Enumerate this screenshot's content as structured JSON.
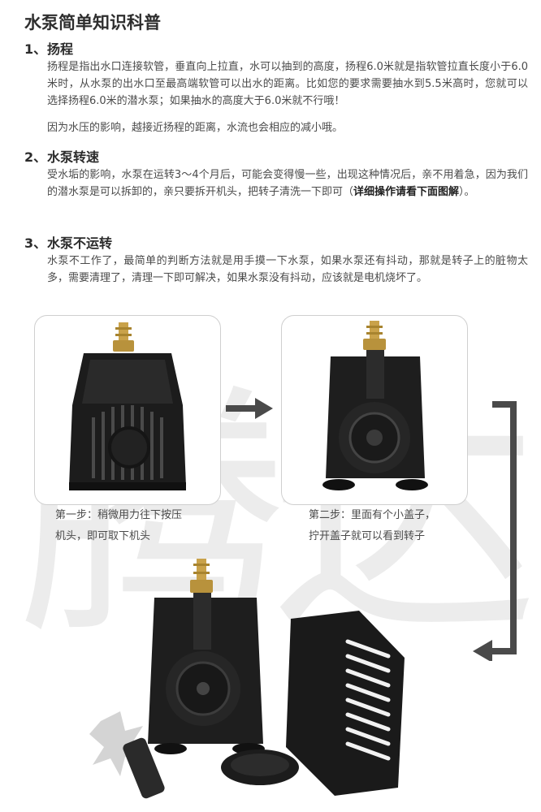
{
  "watermark": "腾达",
  "title": "水泵简单知识科普",
  "sections": [
    {
      "num": "1、",
      "heading": "扬程",
      "paragraphs": [
        "扬程是指出水口连接软管，垂直向上拉直，水可以抽到的高度，扬程6.0米就是指软管拉直长度小于6.0米时，从水泵的出水口至最高端软管可以出水的距离。比如您的要求需要抽水到5.5米高时，您就可以选择扬程6.0米的潜水泵；如果抽水的高度大于6.0米就不行哦！",
        "因为水压的影响，越接近扬程的距离，水流也会相应的减小哦。"
      ]
    },
    {
      "num": "2、",
      "heading": "水泵转速",
      "paragraph": "受水垢的影响，水泵在运转3～4个月后，可能会变得慢一些，出现这种情况后，亲不用着急，因为我们的潜水泵是可以拆卸的，亲只要拆开机头，把转子清洗一下即可（",
      "paragraph_strong": "详细操作请看下面图解",
      "paragraph_end": "）。"
    },
    {
      "num": "3、",
      "heading": "水泵不运转",
      "paragraph": "水泵不工作了，最简单的判断方法就是用手摸一下水泵，如果水泵还有抖动，那就是转子上的脏物太多，需要清理了，清理一下即可解决，如果水泵没有抖动，应该就是电机烧坏了。"
    }
  ],
  "steps": [
    {
      "line1": "第一步：稍微用力往下按压",
      "line2": "机头，即可取下机头"
    },
    {
      "line1": "第二步：里面有个小盖子，",
      "line2": "拧开盖子就可以看到转子"
    }
  ],
  "colors": {
    "pump_body": "#1c1c1c",
    "brass": "#c9a24a",
    "arrow": "#4a4a4a",
    "watermark": "#ececec"
  }
}
